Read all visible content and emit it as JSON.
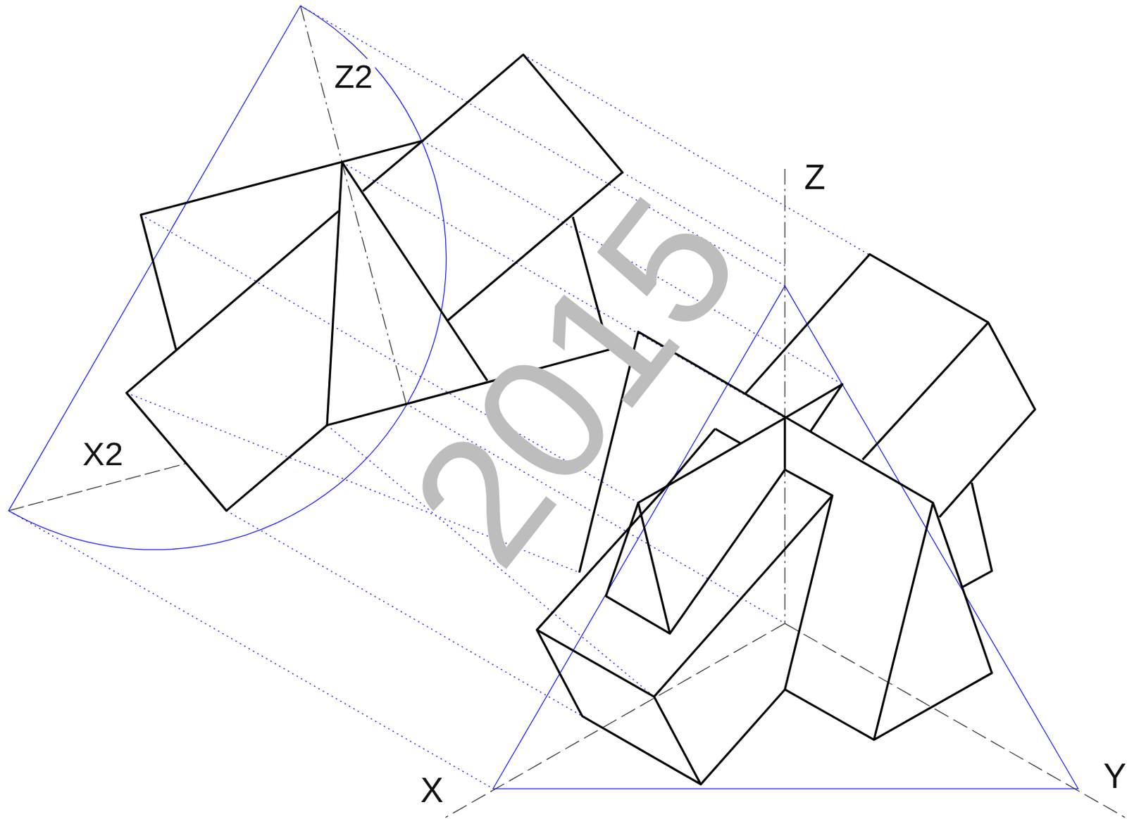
{
  "diagram": {
    "labels": [
      "Z2",
      "X2",
      "Z",
      "X",
      "Y",
      "2015"
    ]
  }
}
